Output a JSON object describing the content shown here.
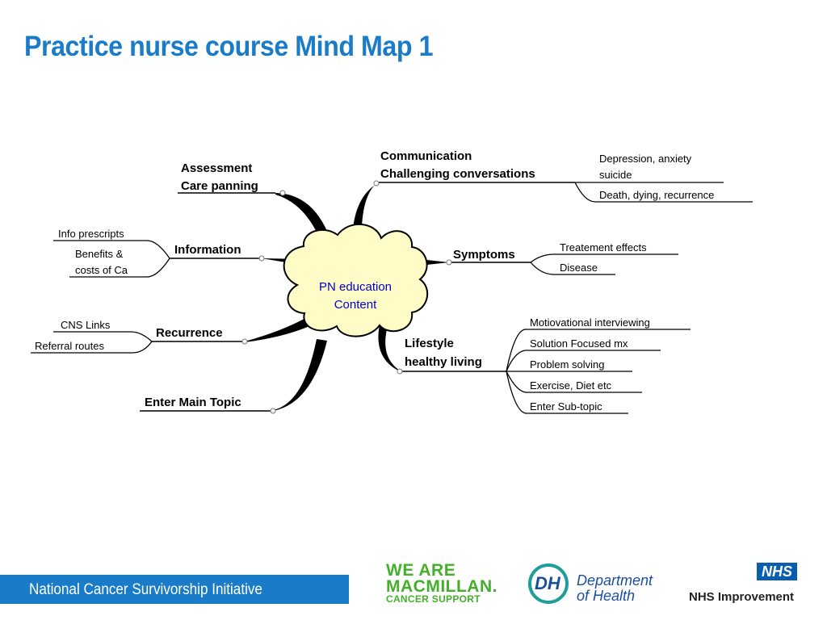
{
  "page_title": "Practice nurse course Mind Map 1",
  "center": {
    "line1": "PN education",
    "line2": "Content"
  },
  "branches": {
    "assessment": {
      "line1": "Assessment",
      "line2": "Care panning"
    },
    "communication": {
      "line1": "Communication",
      "line2": "Challenging conversations"
    },
    "information": {
      "label": "Information"
    },
    "symptoms": {
      "label": "Symptoms"
    },
    "recurrence": {
      "label": "Recurrence"
    },
    "lifestyle": {
      "line1": "Lifestyle",
      "line2": "healthy living"
    },
    "enter_main": {
      "label": "Enter Main Topic"
    }
  },
  "subtopics": {
    "communication": {
      "depression_line1": "Depression, anxiety",
      "depression_line2": "suicide",
      "death": "Death, dying, recurrence"
    },
    "information": {
      "info_prescripts": "Info prescripts",
      "benefits_line1": "Benefits &",
      "benefits_line2": "costs of Ca"
    },
    "symptoms": [
      "Treatement effects",
      "Disease"
    ],
    "recurrence": [
      "CNS Links",
      "Referral routes"
    ],
    "lifestyle": [
      "Motiovational interviewing",
      "Solution Focused mx",
      "Problem solving",
      "Exercise, Diet etc",
      "Enter Sub-topic"
    ]
  },
  "footer": {
    "text": "National Cancer Survivorship Initiative",
    "macmillan": {
      "line1": "WE ARE",
      "line2": "MACMILLAN.",
      "line3": "CANCER SUPPORT"
    },
    "dh": {
      "mark": "DH",
      "line1": "Department",
      "line2": "of Health"
    },
    "nhs": {
      "logo": "NHS",
      "caption": "NHS Improvement"
    }
  },
  "colors": {
    "title": "#1a7cc8",
    "center_fill": "#fffcc8",
    "center_text": "#0000cc",
    "footer_band": "#1a7cc8",
    "macmillan": "#43b02a",
    "dh": "#1a4f9c",
    "nhs": "#0a5eb0"
  }
}
